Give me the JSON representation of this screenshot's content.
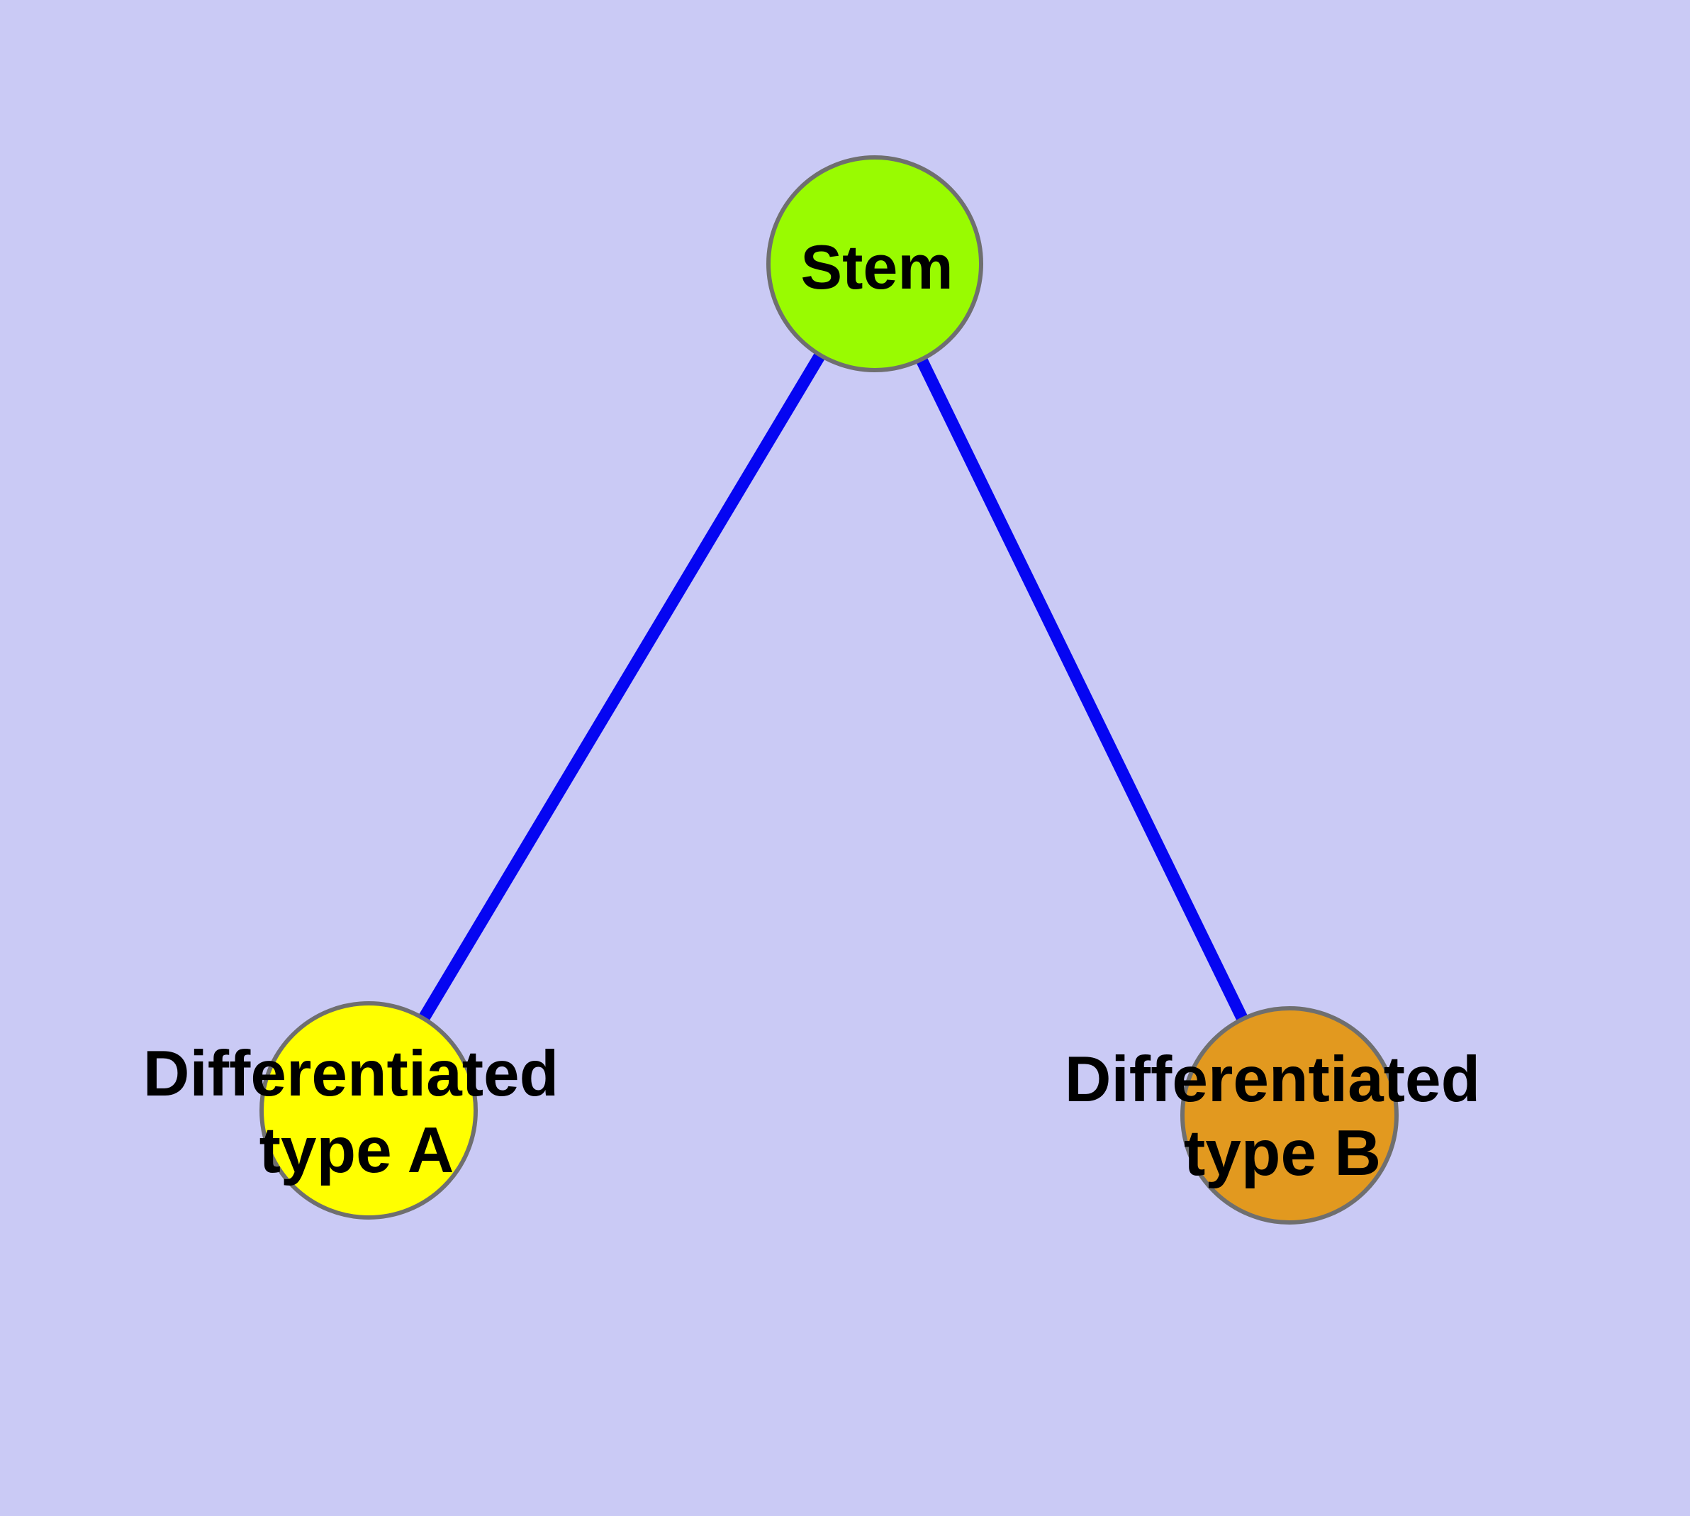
{
  "diagram": {
    "type": "graph",
    "title": "",
    "background_color": "#CACAF5",
    "edge_color": "#0505F2",
    "node_border_color": "#6F6F6F",
    "label_color": "#000000",
    "nodes": [
      {
        "id": "stem",
        "label": "Stem",
        "fill": "#99FB01"
      },
      {
        "id": "differentiated-type-a",
        "label": "Differentiated type A",
        "label_line1": "Differentiated",
        "label_line2": "type A",
        "fill": "#FFFF00"
      },
      {
        "id": "differentiated-type-b",
        "label": "Differentiated type B",
        "label_line1": "Differentiated",
        "label_line2": "type B",
        "fill": "#E2991F"
      }
    ],
    "edges": [
      {
        "from": "Stem",
        "to": "Differentiated type A"
      },
      {
        "from": "Stem",
        "to": "Differentiated type B"
      }
    ]
  }
}
